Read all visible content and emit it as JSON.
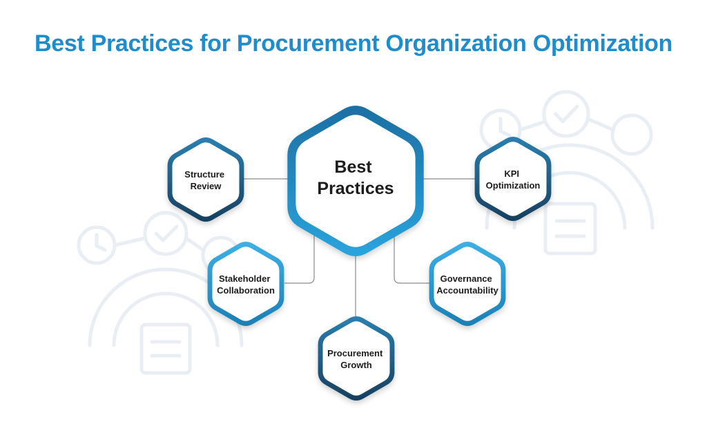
{
  "title": "Best Practices for Procurement Organization Optimization",
  "center": {
    "line1": "Best",
    "line2": "Practices"
  },
  "nodes": {
    "structure_review": {
      "line1": "Structure",
      "line2": "Review"
    },
    "kpi_optimization": {
      "line1": "KPI",
      "line2": "Optimization"
    },
    "stakeholder_collaboration": {
      "line1": "Stakeholder",
      "line2": "Collaboration"
    },
    "governance_accountability": {
      "line1": "Governance",
      "line2": "Accountability"
    },
    "procurement_growth": {
      "line1": "Procurement",
      "line2": "Growth"
    }
  },
  "colors": {
    "title": "#1f8ccb",
    "hex_border_dark": "#1b4f72",
    "hex_border_light": "#2a9fd6",
    "connector": "#8a8a8a",
    "watermark": "#e6edf3"
  },
  "icons": {
    "background_left": "process-gears-icon",
    "background_right": "process-gears-icon"
  }
}
